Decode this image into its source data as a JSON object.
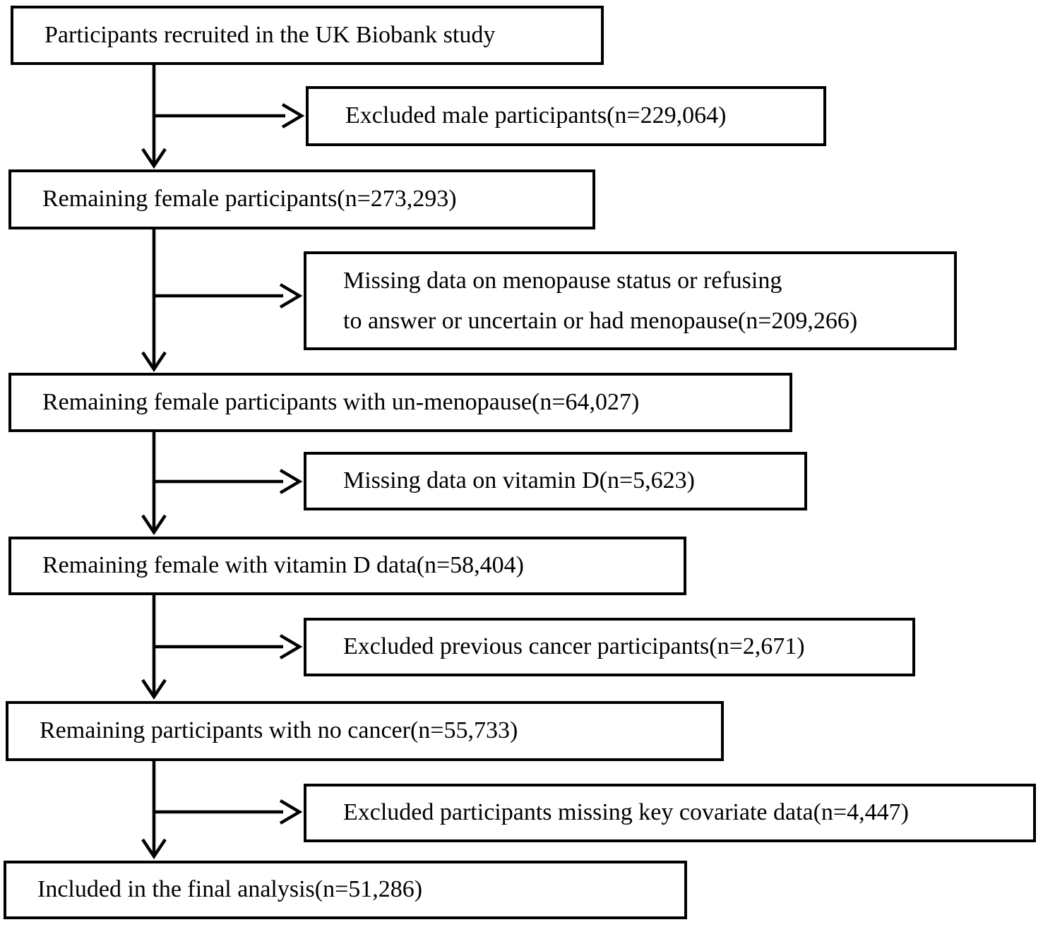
{
  "diagram": {
    "type": "flowchart",
    "background_color": "#ffffff",
    "line_color": "#000000",
    "steps": [
      {
        "label": "Participants recruited in the UK Biobank study"
      },
      {
        "label": "Remaining female participants(n=273,293)",
        "n": "273,293"
      },
      {
        "label": "Remaining female participants with un-menopause(n=64,027)",
        "n": "64,027"
      },
      {
        "label": "Remaining female with vitamin D data(n=58,404)",
        "n": "58,404"
      },
      {
        "label": "Remaining participants with no cancer(n=55,733)",
        "n": "55,733"
      },
      {
        "label": "Included in the final analysis(n=51,286)",
        "n": "51,286"
      }
    ],
    "exclusions": [
      {
        "label": "Excluded male participants(n=229,064)",
        "n": "229,064"
      },
      {
        "line1": "Missing data on menopause status or refusing",
        "line2": "to answer or uncertain or had menopause(n=209,266)",
        "n": "209,266"
      },
      {
        "label": "Missing data on vitamin D(n=5,623)",
        "n": "5,623"
      },
      {
        "label": "Excluded previous cancer participants(n=2,671)",
        "n": "2,671"
      },
      {
        "label": "Excluded participants missing key covariate data(n=4,447)",
        "n": "4,447"
      }
    ]
  }
}
